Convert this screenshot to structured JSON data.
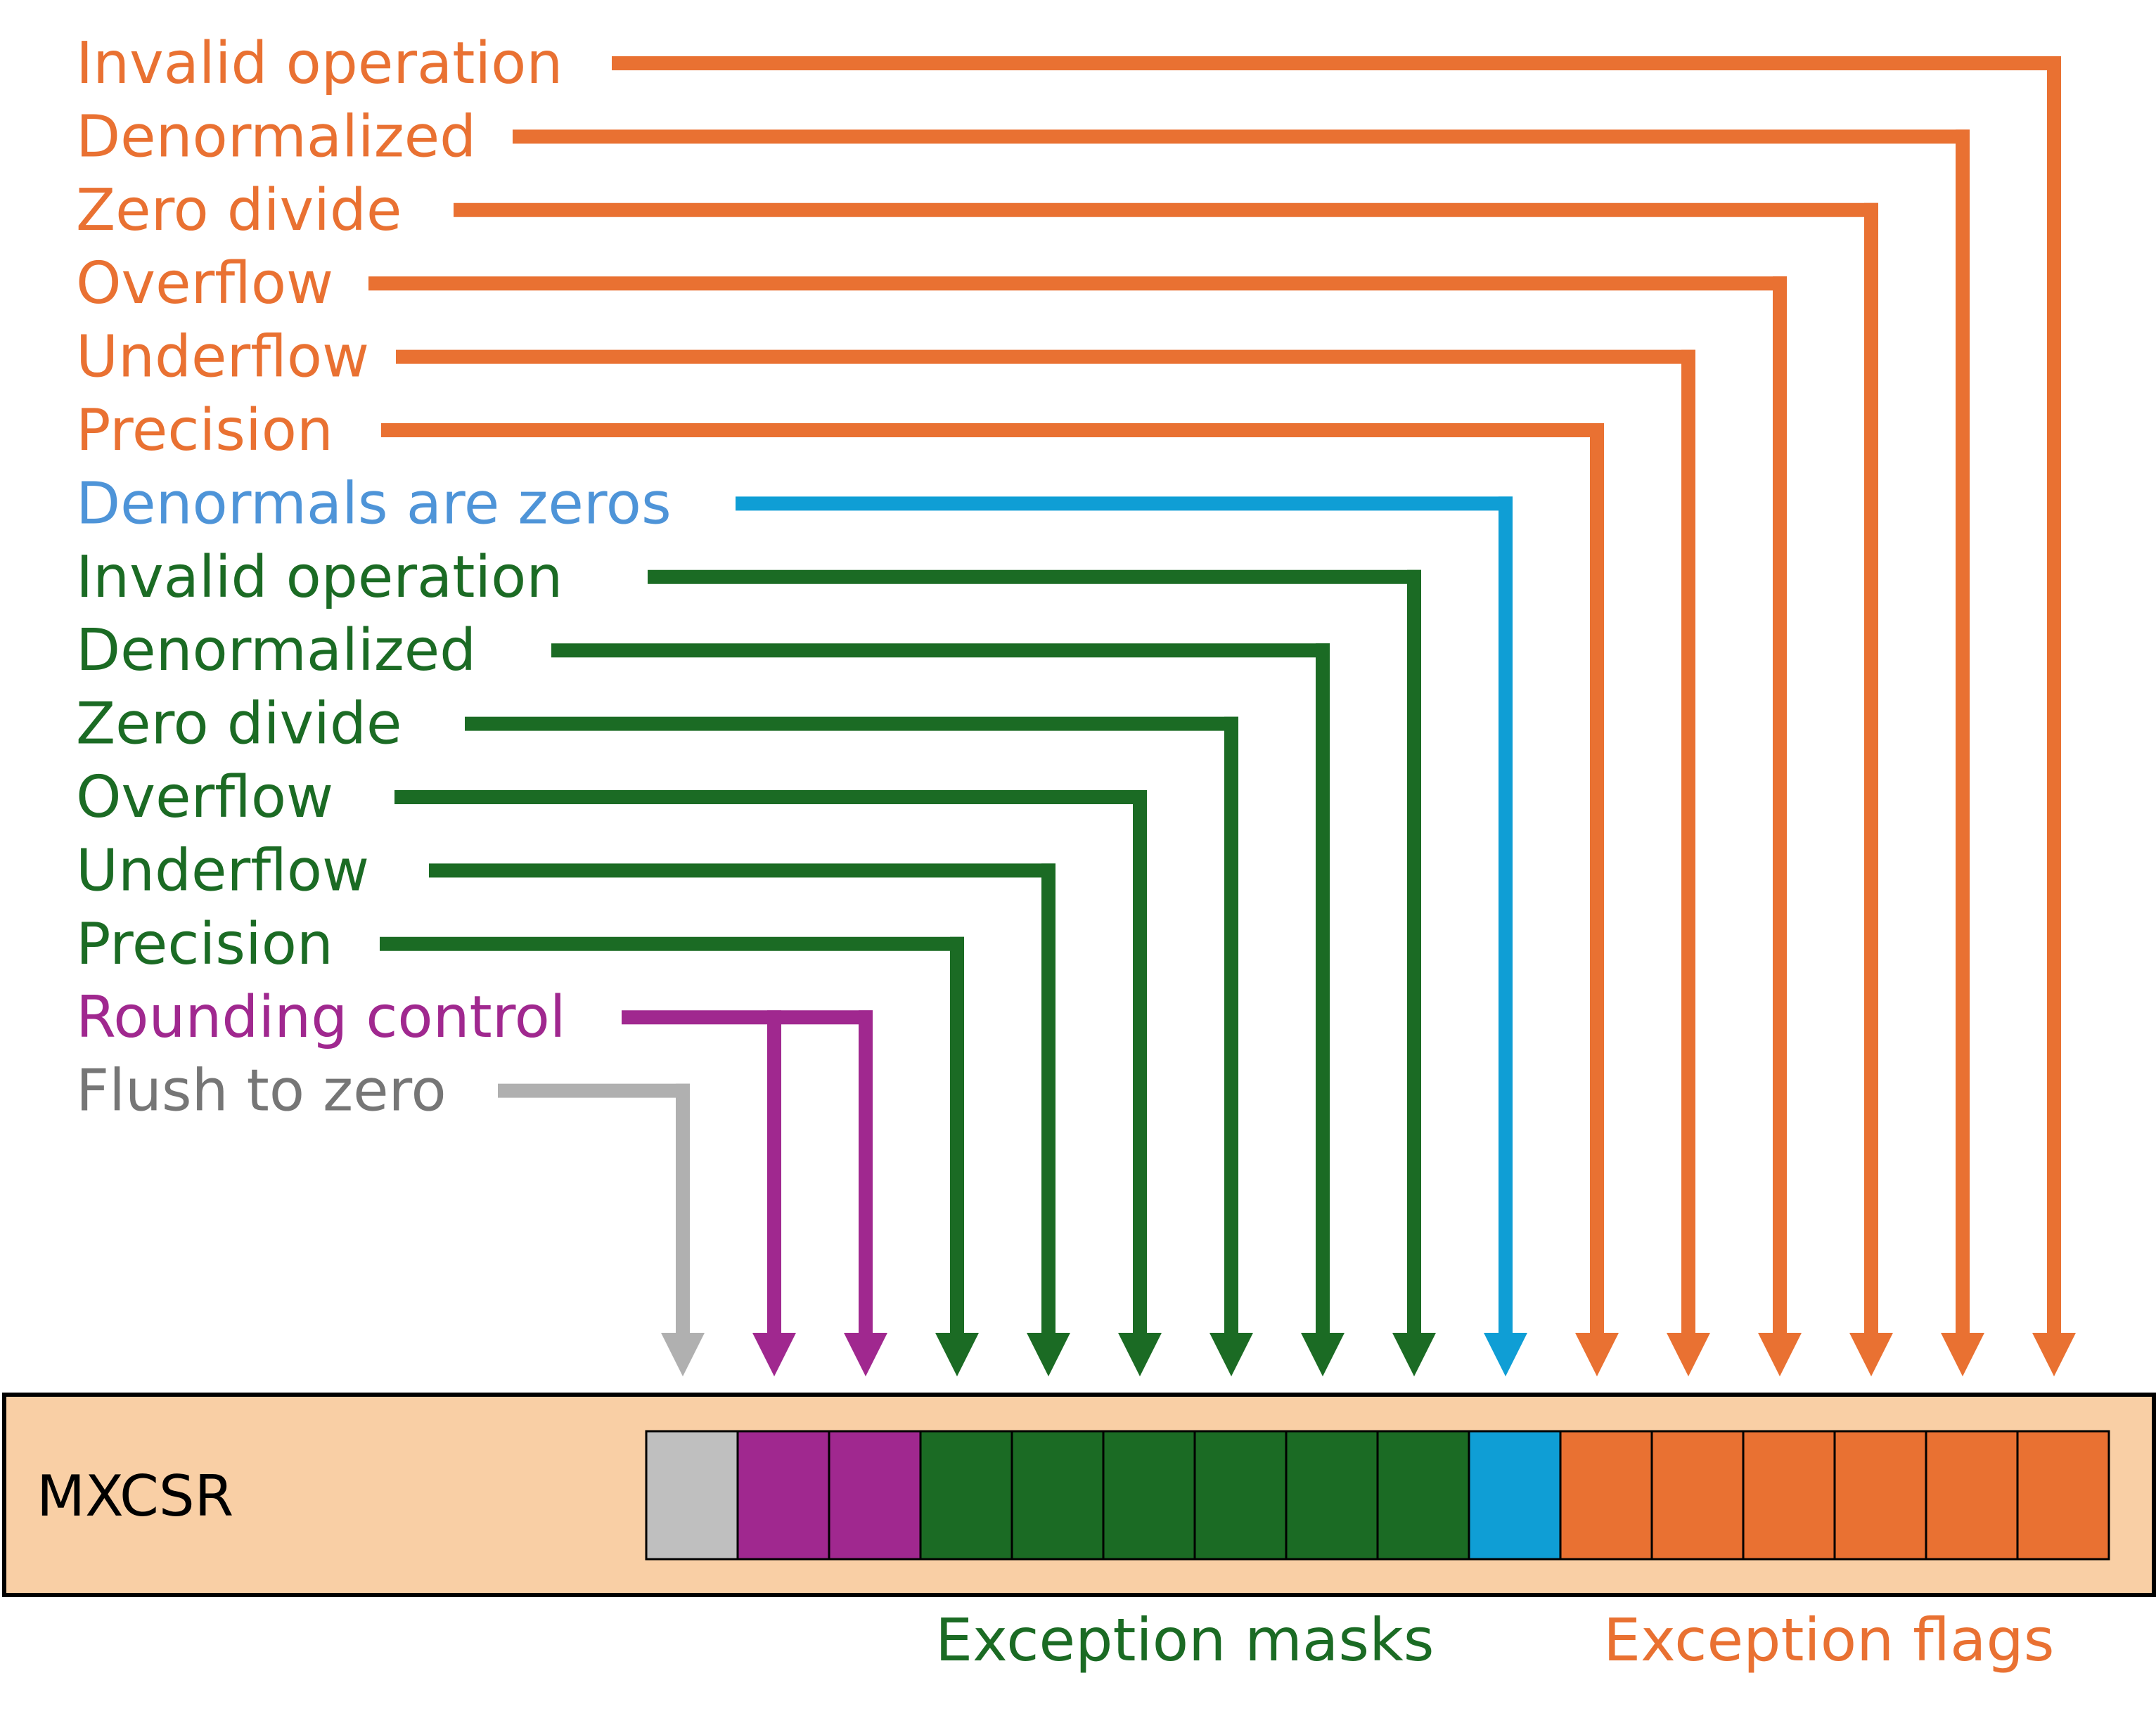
{
  "register": {
    "name": "MXCSR",
    "box_color": "#f9cfa5"
  },
  "colors": {
    "flags": "#e97132",
    "flags_text": "#e97132",
    "daz": "#0f9ed5",
    "daz_text": "#4e94d8",
    "masks": "#1b6b24",
    "masks_text": "#1b6b24",
    "rounding": "#a0288f",
    "rounding_text": "#a0288f",
    "ftz": "#b0b0b0",
    "ftz_text": "#767676",
    "ftz_cell": "#bfbfbf"
  },
  "bits": [
    {
      "group": "ftz"
    },
    {
      "group": "rounding"
    },
    {
      "group": "rounding"
    },
    {
      "group": "masks"
    },
    {
      "group": "masks"
    },
    {
      "group": "masks"
    },
    {
      "group": "masks"
    },
    {
      "group": "masks"
    },
    {
      "group": "masks"
    },
    {
      "group": "daz"
    },
    {
      "group": "flags"
    },
    {
      "group": "flags"
    },
    {
      "group": "flags"
    },
    {
      "group": "flags"
    },
    {
      "group": "flags"
    },
    {
      "group": "flags"
    }
  ],
  "labels": [
    {
      "text": "Invalid operation",
      "group": "flags",
      "targets": [
        15
      ]
    },
    {
      "text": "Denormalized",
      "group": "flags",
      "targets": [
        14
      ]
    },
    {
      "text": "Zero divide",
      "group": "flags",
      "targets": [
        13
      ]
    },
    {
      "text": "Overflow",
      "group": "flags",
      "targets": [
        12
      ]
    },
    {
      "text": "Underflow",
      "group": "flags",
      "targets": [
        11
      ]
    },
    {
      "text": "Precision",
      "group": "flags",
      "targets": [
        10
      ]
    },
    {
      "text": "Denormals are zeros",
      "group": "daz",
      "targets": [
        9
      ]
    },
    {
      "text": "Invalid operation",
      "group": "masks",
      "targets": [
        8
      ]
    },
    {
      "text": "Denormalized",
      "group": "masks",
      "targets": [
        7
      ]
    },
    {
      "text": "Zero divide",
      "group": "masks",
      "targets": [
        6
      ]
    },
    {
      "text": "Overflow",
      "group": "masks",
      "targets": [
        5
      ]
    },
    {
      "text": "Underflow",
      "group": "masks",
      "targets": [
        4
      ]
    },
    {
      "text": "Precision",
      "group": "masks",
      "targets": [
        3
      ]
    },
    {
      "text": "Rounding control",
      "group": "rounding",
      "targets": [
        2,
        1
      ]
    },
    {
      "text": "Flush to zero",
      "group": "ftz",
      "targets": [
        0
      ]
    }
  ],
  "group_labels": {
    "masks": "Exception masks",
    "flags": "Exception flags"
  }
}
